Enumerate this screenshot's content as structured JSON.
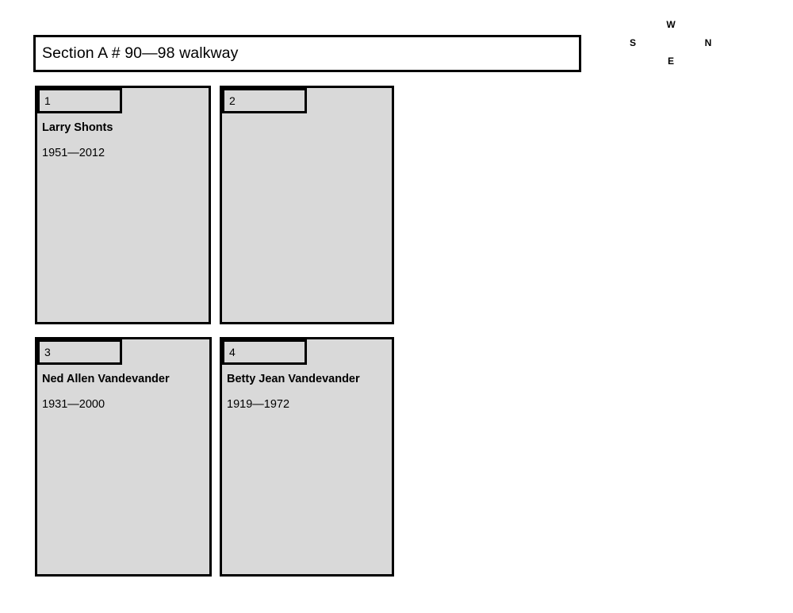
{
  "section": {
    "title": "Section A # 90—98 walkway"
  },
  "compass": {
    "north_label": "N",
    "south_label": "S",
    "east_label": "E",
    "west_label": "W"
  },
  "colors": {
    "plot_fill": "#d9d9d9",
    "outline": "#000000",
    "page_background": "#ffffff",
    "title_fill": "#ffffff"
  },
  "plots": [
    {
      "number": "1",
      "name": "Larry Shonts",
      "dates": "1951—2012",
      "empty": false
    },
    {
      "number": "2",
      "name": "",
      "dates": "",
      "empty": true
    },
    {
      "number": "3",
      "name": "Ned Allen Vandevander",
      "dates": "1931—2000",
      "empty": false
    },
    {
      "number": "4",
      "name": "Betty Jean Vandevander",
      "dates": "1919—1972",
      "empty": false
    }
  ]
}
